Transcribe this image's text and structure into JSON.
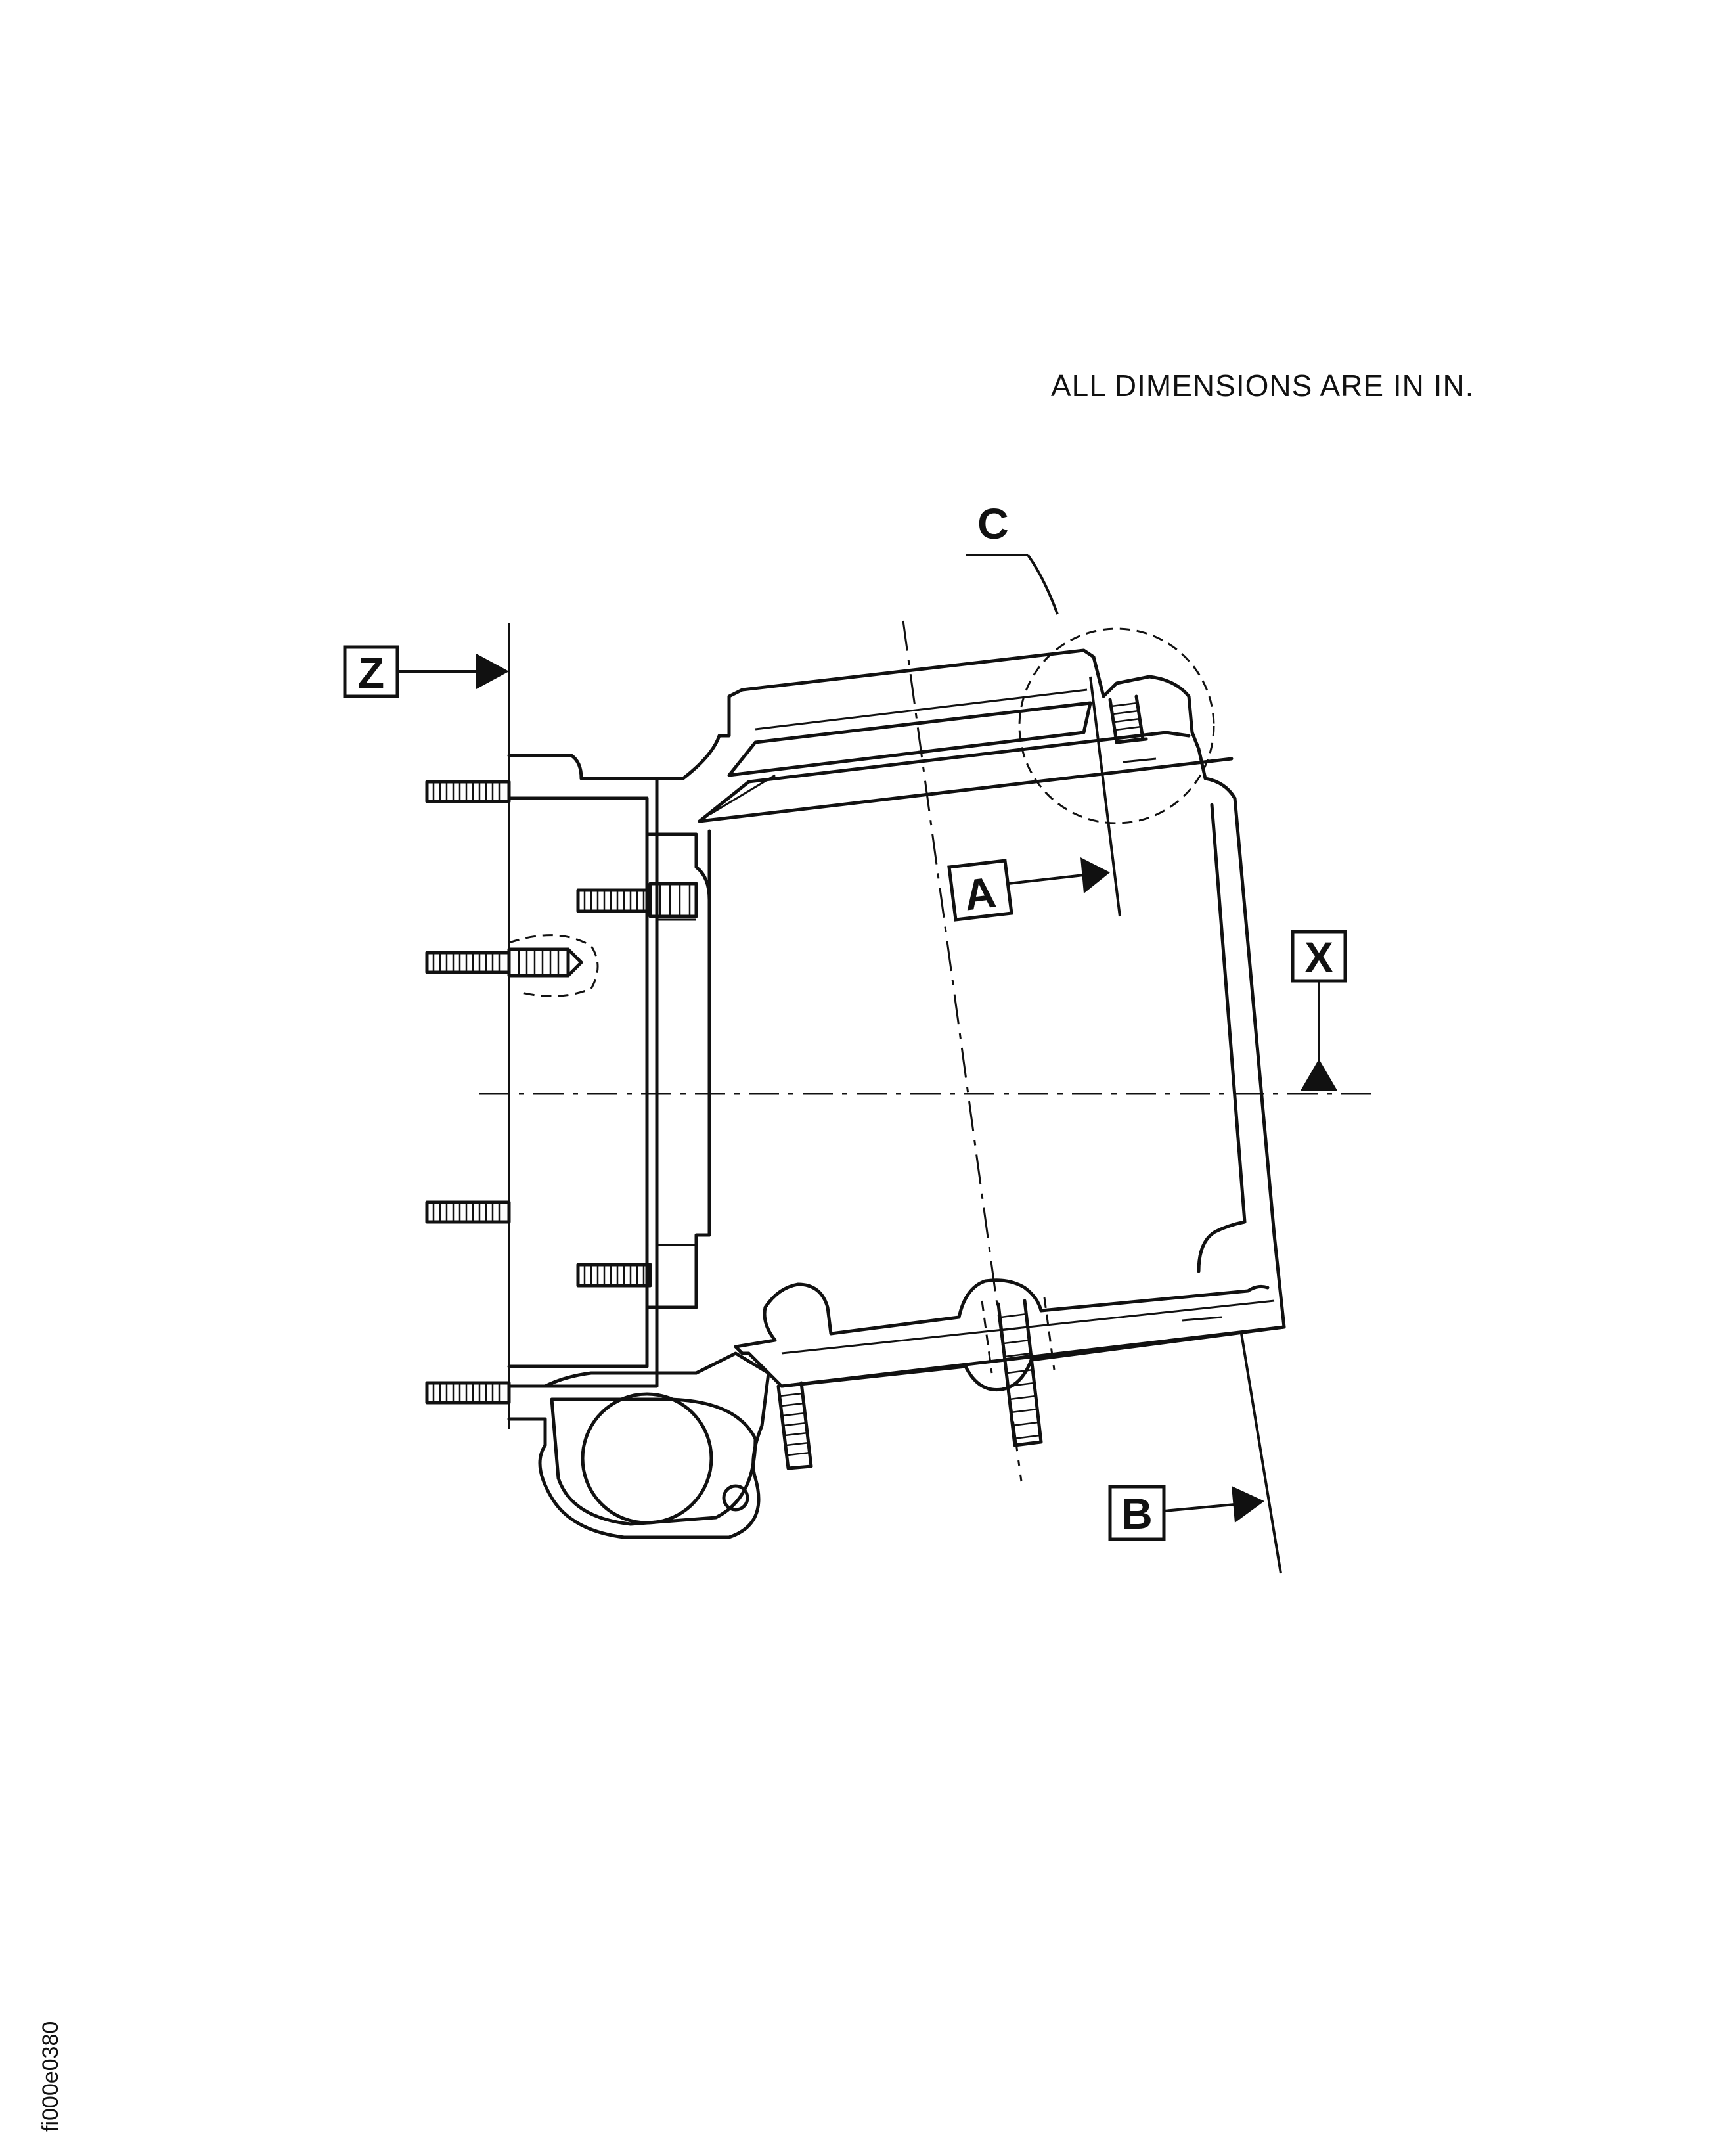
{
  "note": "ALL DIMENSIONS ARE IN IN.",
  "figure_id": "fi000e0380",
  "datums": {
    "z": "Z",
    "a": "A",
    "x": "X",
    "b": "B",
    "c": "C"
  }
}
